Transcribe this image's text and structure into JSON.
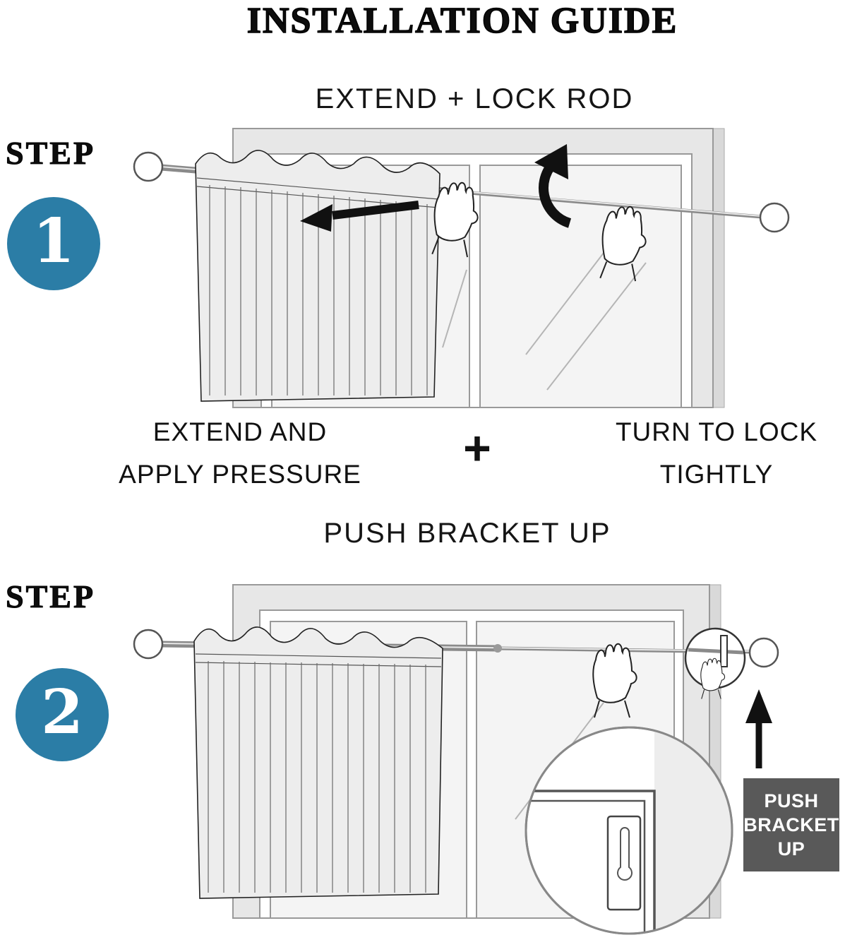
{
  "title": "INSTALLATION GUIDE",
  "colors": {
    "step_circle": "#2b7da6",
    "push_box_bg": "#595959",
    "arrow": "#111111"
  },
  "step1": {
    "label": "STEP",
    "number": "1",
    "heading": "EXTEND + LOCK ROD",
    "caption_left": {
      "line1": "EXTEND AND",
      "line2": "APPLY PRESSURE"
    },
    "plus": "+",
    "caption_right": {
      "line1": "TURN TO LOCK",
      "line2": "TIGHTLY"
    }
  },
  "step2": {
    "label": "STEP",
    "number": "2",
    "heading": "PUSH BRACKET UP",
    "push_box": {
      "line1": "PUSH",
      "line2": "BRACKET",
      "line3": "UP"
    }
  }
}
